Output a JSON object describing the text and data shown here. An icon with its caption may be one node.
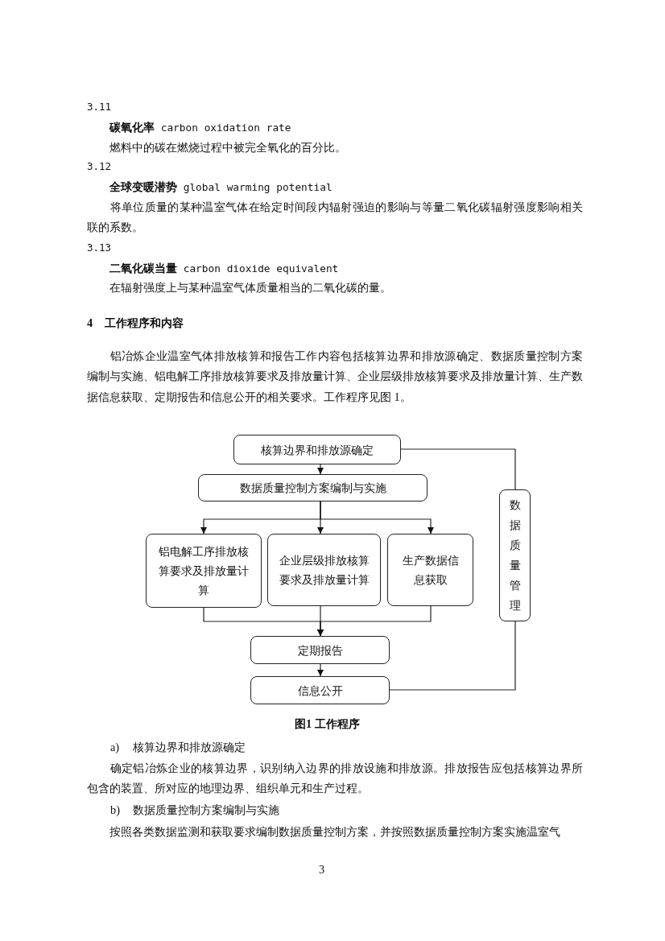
{
  "diagram": {
    "caption": "图1 工作程序",
    "nodes": [
      {
        "text": [
          "核算边界和排放源确定"
        ]
      },
      {
        "text": [
          "数据质量控制方案编制与实施"
        ]
      },
      {
        "text": [
          "铝电解工序排放核算要求及排放量计算"
        ]
      },
      {
        "text": [
          "企业层级排放核算要求及排放量计算"
        ]
      },
      {
        "text": [
          "生产数据信息获取"
        ]
      },
      {
        "text": [
          "定期报告"
        ]
      },
      {
        "text": [
          "信息公开"
        ]
      },
      {
        "text": [
          "数据质量管理"
        ]
      }
    ],
    "edges": [
      {
        "from": 0,
        "to": 1,
        "arrow": "to"
      },
      {
        "from": 1,
        "to": 2,
        "arrow": "to"
      },
      {
        "from": 1,
        "to": 3,
        "arrow": "to"
      },
      {
        "from": 1,
        "to": 4,
        "arrow": "to"
      },
      {
        "from": 2,
        "to": 5,
        "arrow": "to"
      },
      {
        "from": 3,
        "to": 5,
        "arrow": "to"
      },
      {
        "from": 4,
        "to": 5,
        "arrow": "to"
      },
      {
        "from": 5,
        "to": 6,
        "arrow": "to"
      },
      {
        "from": 0,
        "to": 7,
        "arrow": "none"
      },
      {
        "from": 7,
        "to": 6,
        "arrow": "none"
      }
    ],
    "labels": [
      "3.11",
      "**碳氧化率** carbon oxidation rate",
      "燃料中的碳在燃烧过程中被完全氧化的百分比。",
      "3.12",
      "**全球变暖潜势** global warming potential",
      "将单位质量的某种温室气体在给定时间段内辐射强迫的影响与等量二氧化碳辐射强度影响相关联的系数。",
      "3.13",
      "**二氧化碳当量** carbon dioxide equivalent",
      "在辐射强度上与某种温室气体质量相当的二氧化碳的量。",
      "4",
      "工作程序和内容",
      "铝冶炼企业温室气体排放核算和报告工作内容包括核算边界和排放源确定、数据质量控制方案编制与实施、铝电解工序排放核算要求及排放量计算、企业层级排放核算要求及排放量计算、生产数据信息获取、定期报告和信息公开的相关要求。工作程序见图 1。",
      "a)",
      "核算边界和排放源确定",
      "确定铝冶炼企业的核算边界，识别纳入边界的排放设施和排放源。排放报告应包括核算边界所包含的装置、所对应的地理边界、组织单元和生产过程。",
      "b)",
      "数据质量控制方案编制与实施",
      "按照各类数据监测和获取要求编制数据质量控制方案，并按照数据质量控制方案实施温室气",
      "3"
    ]
  }
}
